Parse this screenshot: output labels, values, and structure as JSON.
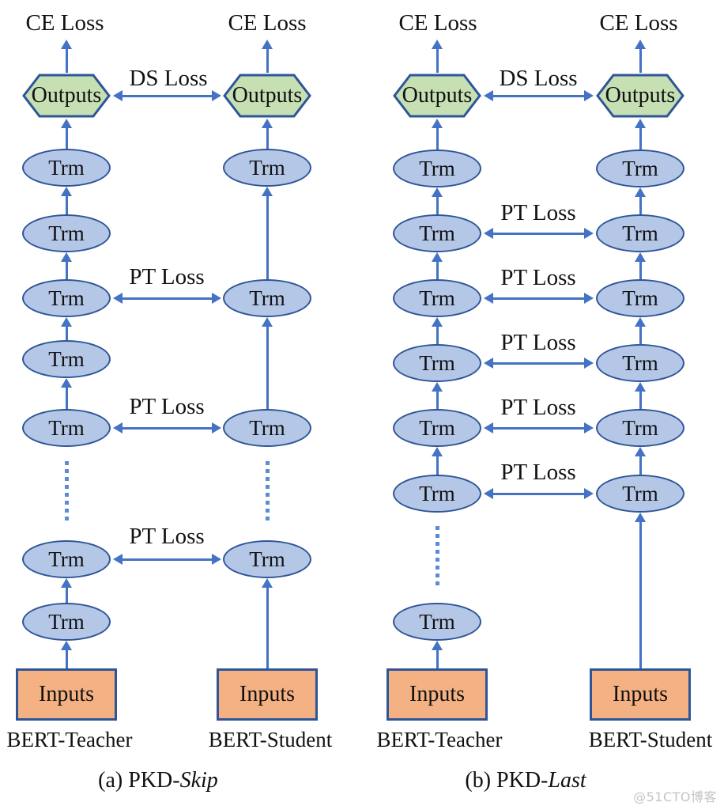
{
  "diagram": {
    "labels": {
      "ce_loss": "CE Loss",
      "ds_loss": "DS Loss",
      "pt_loss": "PT Loss",
      "trm": "Trm",
      "outputs": "Outputs",
      "inputs": "Inputs"
    },
    "panels": [
      {
        "caption_prefix": "(a) PKD-",
        "caption_emphasis": "Skip",
        "teacher_label": "BERT-Teacher",
        "student_label": "BERT-Student",
        "teacher_visible_layers": 7,
        "student_visible_layers": 4,
        "pt_loss_count": 3
      },
      {
        "caption_prefix": "(b) PKD-",
        "caption_emphasis": "Last",
        "teacher_label": "BERT-Teacher",
        "student_label": "BERT-Student",
        "teacher_visible_layers": 7,
        "student_visible_layers": 6,
        "pt_loss_count": 5
      }
    ],
    "colors": {
      "arrow": "#4472c4",
      "node_border": "#2f5597",
      "trm_fill": "#b4c7e7",
      "outputs_fill": "#c6e0b4",
      "inputs_fill": "#f4b183",
      "dot": "#5b8bd5",
      "text": "#111111",
      "watermark": "#c4c4c4"
    }
  },
  "watermark": "@51CTO博客"
}
